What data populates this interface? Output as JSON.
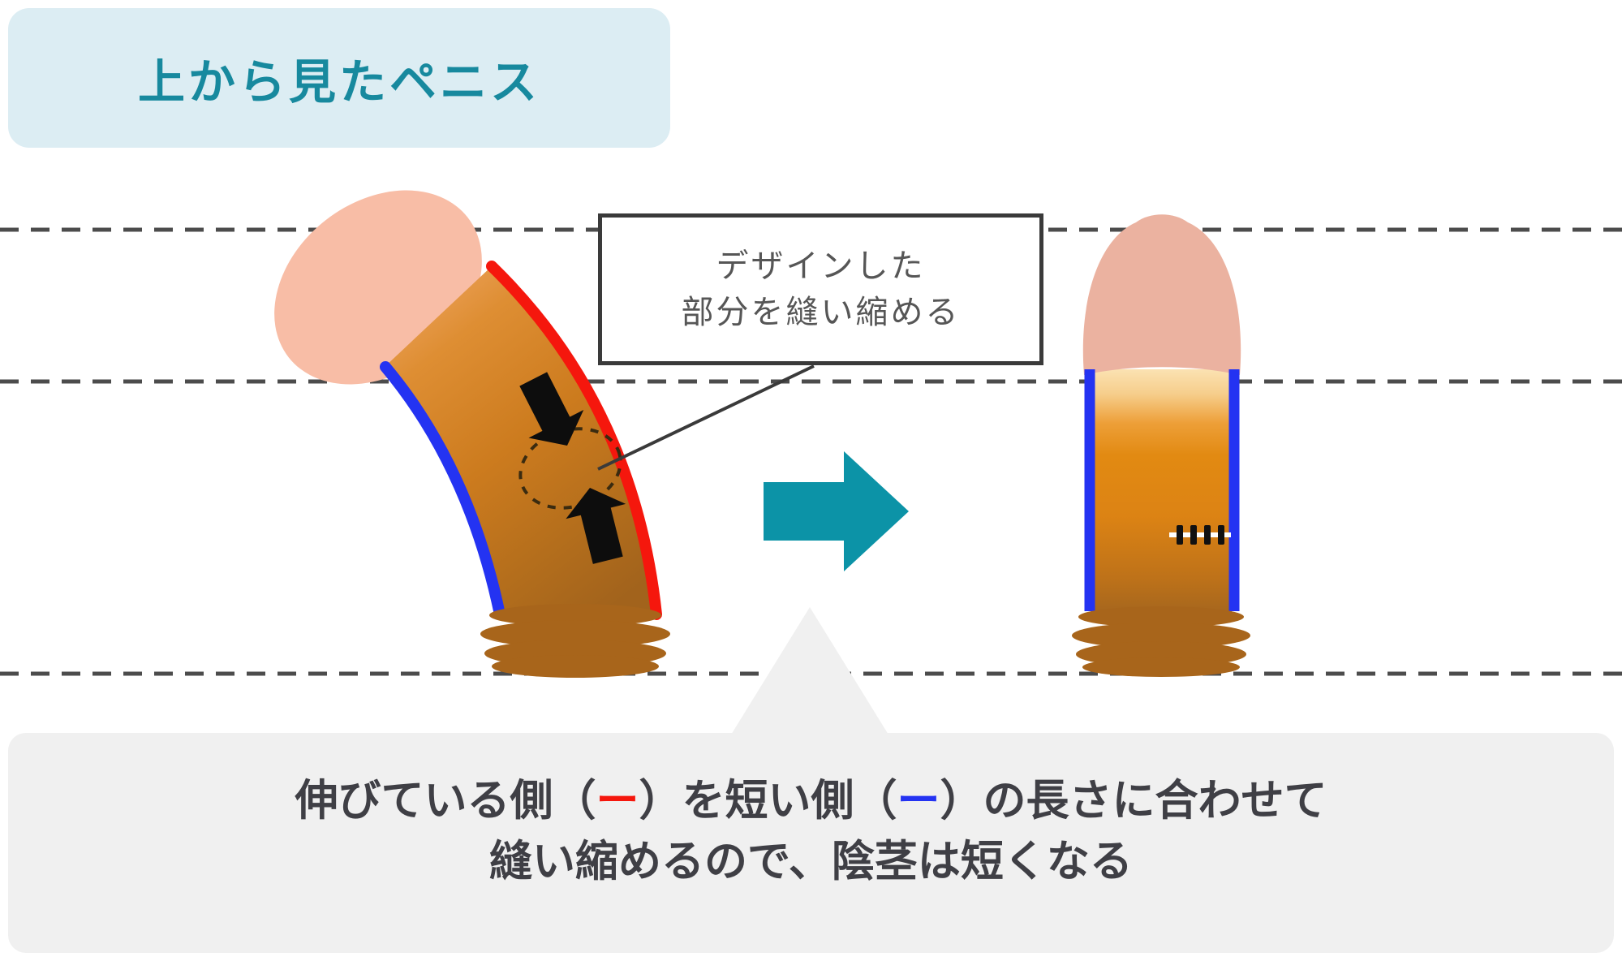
{
  "title": {
    "label": "上から見たペニス"
  },
  "annotation": {
    "line1": "デザインした",
    "line2": "部分を縫い縮める"
  },
  "caption": {
    "part1": "伸びている側（",
    "red_dash": "ー",
    "part2": "）を短い側（",
    "blue_dash": "ー",
    "part3": "）の長さに合わせて",
    "line2": "縫い縮めるので、陰茎は短くなる"
  },
  "colors": {
    "teal-text": "#17899E",
    "title-bg": "#DCEDF3",
    "teal-arrow": "#0C93A7",
    "red": "#F5170D",
    "blue": "#2433F2",
    "skin": "#F8BDA6",
    "skin2": "#EBB2A0",
    "base-brown": "#A8651B",
    "panel-gray": "#F0F0F0",
    "caption-text": "#3F3F45",
    "annotation-text": "#565656",
    "line-dark": "#3A3A3A",
    "ref-dash": "#4C4C4C",
    "arrow-black": "#0D0D0D"
  }
}
